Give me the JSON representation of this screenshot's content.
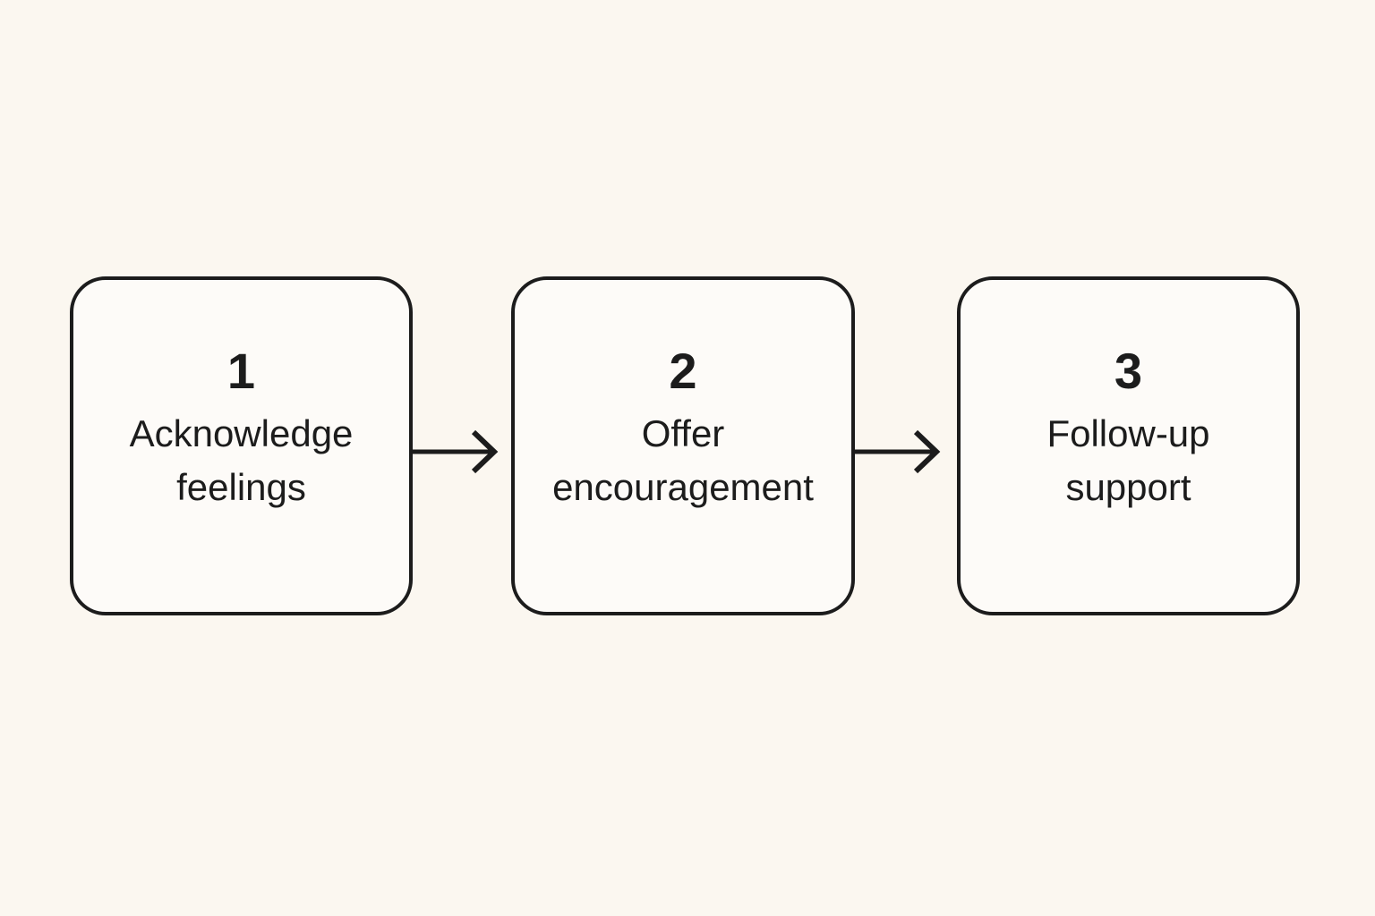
{
  "diagram": {
    "type": "flowchart",
    "orientation": "horizontal",
    "background_color": "#FBF7F0",
    "node_fill_color": "#FDFBF8",
    "stroke_color": "#1C1C1C",
    "steps": [
      {
        "number": "1",
        "label": "Acknowledge\nfeelings",
        "label_line1": "Acknowledge",
        "label_line2": "feelings"
      },
      {
        "number": "2",
        "label": "Offer\nencouragement",
        "label_line1": "Offer",
        "label_line2": "encouragement"
      },
      {
        "number": "3",
        "label": "Follow-up\nsupport",
        "label_line1": "Follow-up",
        "label_line2": "support"
      }
    ],
    "connectors": [
      {
        "from": "1",
        "to": "2",
        "style": "arrow-right"
      },
      {
        "from": "2",
        "to": "3",
        "style": "arrow-right"
      }
    ]
  }
}
